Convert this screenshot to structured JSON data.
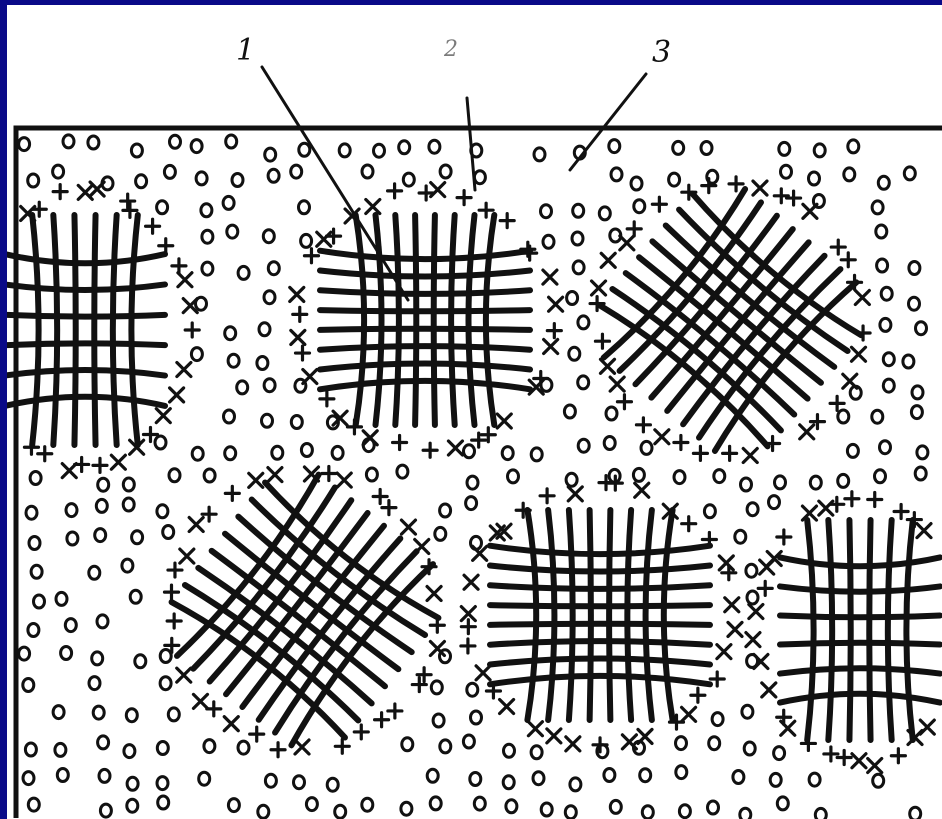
{
  "labels": {
    "callout_1": "1",
    "callout_2": "2",
    "callout_3": "3"
  },
  "colors": {
    "background": "#0a0a88",
    "paper": "#ffffff",
    "ink": "#111111"
  },
  "symbols": {
    "circle": "o",
    "cross": "+",
    "x_mark": "x"
  }
}
